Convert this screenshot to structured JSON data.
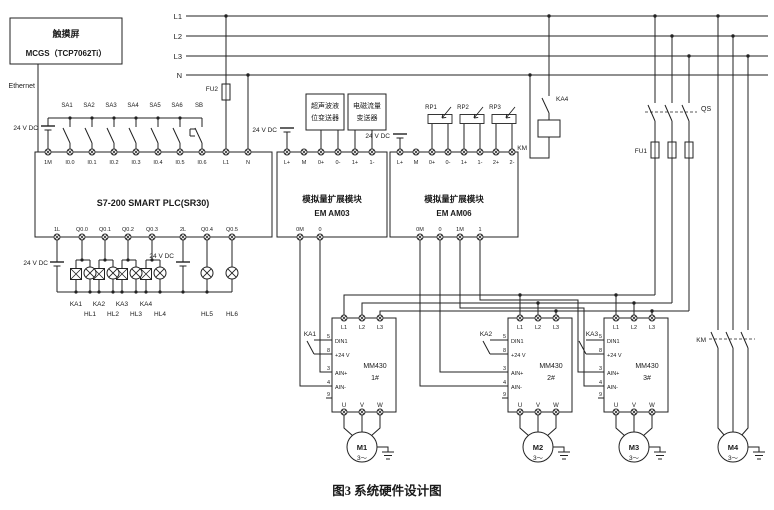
{
  "caption": "图3  系统硬件设计图",
  "rails": {
    "l1": "L1",
    "l2": "L2",
    "l3": "L3",
    "n": "N"
  },
  "hmi": {
    "line1": "触摸屏",
    "line2": "MCGS（TCP7062Ti）",
    "port": "Ethernet"
  },
  "supply_label": "24 V DC",
  "fu2": "FU2",
  "fu1": "FU1",
  "qs": "QS",
  "control": {
    "ka4": "KA4",
    "km_coil": "KM",
    "km_contact": "KM"
  },
  "plc": {
    "title": "S7-200 SMART PLC(SR30)",
    "switches": [
      "SA1",
      "SA2",
      "SA3",
      "SA4",
      "SA5",
      "SA6",
      "SB"
    ],
    "top_terminals": [
      "1M",
      "I0.0",
      "I0.1",
      "I0.2",
      "I0.3",
      "I0.4",
      "I0.5",
      "I0.6",
      "L1",
      "N"
    ],
    "bottom_terminals": [
      "1L",
      "Q0.0",
      "Q0.1",
      "Q0.2",
      "Q0.3",
      "2L",
      "Q0.4",
      "Q0.5"
    ],
    "relays": [
      "KA1",
      "KA2",
      "KA3",
      "KA4"
    ],
    "lamps": [
      "HL1",
      "HL2",
      "HL3",
      "HL4",
      "HL5",
      "HL6"
    ]
  },
  "am03": {
    "title1": "模拟量扩展模块",
    "title2": "EM AM03",
    "top_terminals": [
      "L+",
      "M",
      "0+",
      "0-",
      "1+",
      "1-"
    ],
    "bottom_terminals": [
      "0M",
      "0"
    ]
  },
  "am06": {
    "title1": "模拟量扩展模块",
    "title2": "EM AM06",
    "top_terminals": [
      "L+",
      "M",
      "0+",
      "0-",
      "1+",
      "1-",
      "2+",
      "2-"
    ],
    "bottom_terminals": [
      "0M",
      "0",
      "1M",
      "1"
    ],
    "pots": [
      "RP1",
      "RP2",
      "RP3"
    ]
  },
  "transmitters": {
    "t1line1": "超声波液",
    "t1line2": "位变送器",
    "t2line1": "电磁流量",
    "t2line2": "变送器"
  },
  "drives": [
    {
      "name": "MM430",
      "unit": "1#",
      "contact": "KA1",
      "top": [
        "L1",
        "L2",
        "L3"
      ],
      "bottom": [
        "U",
        "V",
        "W"
      ],
      "pins": [
        {
          "num": "5",
          "label": "DIN1"
        },
        {
          "num": "8",
          "label": "+24 V"
        },
        {
          "num": "3",
          "label": "AIN+"
        },
        {
          "num": "4",
          "label": "AIN-"
        },
        {
          "num": "9",
          "label": ""
        }
      ]
    },
    {
      "name": "MM430",
      "unit": "2#",
      "contact": "KA2",
      "top": [
        "L1",
        "L2",
        "L3"
      ],
      "bottom": [
        "U",
        "V",
        "W"
      ],
      "pins": [
        {
          "num": "5",
          "label": "DIN1"
        },
        {
          "num": "8",
          "label": "+24 V"
        },
        {
          "num": "3",
          "label": "AIN+"
        },
        {
          "num": "4",
          "label": "AIN-"
        },
        {
          "num": "9",
          "label": ""
        }
      ]
    },
    {
      "name": "MM430",
      "unit": "3#",
      "contact": "KA3",
      "top": [
        "L1",
        "L2",
        "L3"
      ],
      "bottom": [
        "U",
        "V",
        "W"
      ],
      "pins": [
        {
          "num": "5",
          "label": "DIN1"
        },
        {
          "num": "8",
          "label": "+24 V"
        },
        {
          "num": "3",
          "label": "AIN+"
        },
        {
          "num": "4",
          "label": "AIN-"
        },
        {
          "num": "9",
          "label": ""
        }
      ]
    }
  ],
  "motors": [
    {
      "name": "M1",
      "phase": "3～"
    },
    {
      "name": "M2",
      "phase": "3～"
    },
    {
      "name": "M3",
      "phase": "3～"
    },
    {
      "name": "M4",
      "phase": "3～"
    }
  ]
}
